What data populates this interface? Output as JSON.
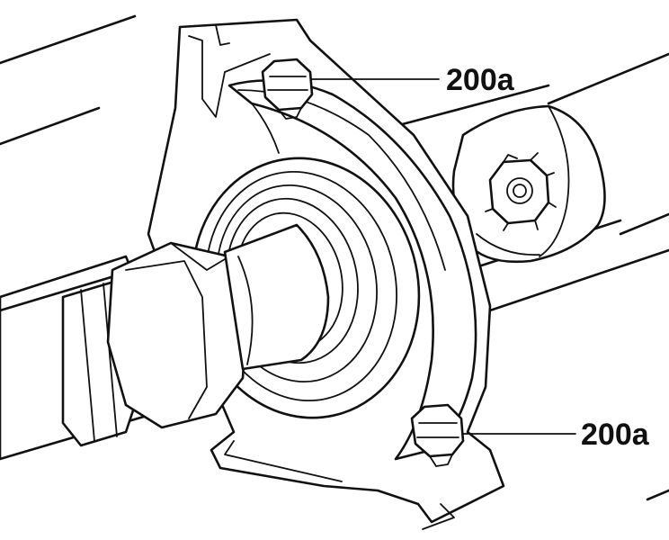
{
  "callouts": [
    {
      "label": "200a",
      "target": "upper-bolt"
    },
    {
      "label": "200a",
      "target": "lower-bolt"
    }
  ],
  "colors": {
    "line": "#111111",
    "background": "#ffffff"
  }
}
